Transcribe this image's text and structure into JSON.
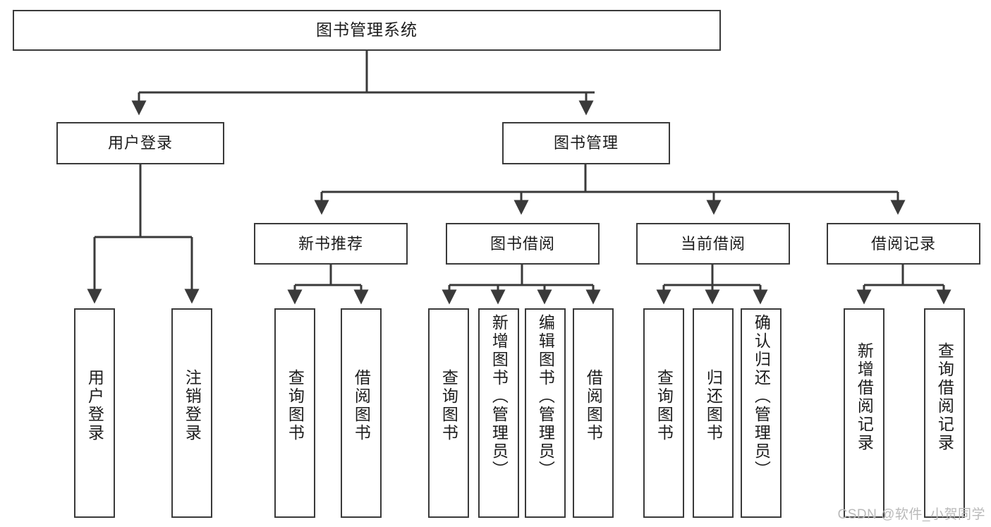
{
  "diagram": {
    "title": "图书管理系统",
    "watermark": "CSDN @软件_小贺同学",
    "colors": {
      "stroke": "#3a3a3a",
      "fill": "#ffffff",
      "text": "#1c1c1c",
      "watermark": "#b9b9b9"
    },
    "root": {
      "label": "图书管理系统"
    },
    "level1": [
      {
        "label": "用户登录"
      },
      {
        "label": "图书管理"
      }
    ],
    "level2": [
      {
        "label": "新书推荐"
      },
      {
        "label": "图书借阅"
      },
      {
        "label": "当前借阅"
      },
      {
        "label": "借阅记录"
      }
    ],
    "leaves": {
      "user_login": [
        {
          "label": "用户登录"
        },
        {
          "label": "注销登录"
        }
      ],
      "new_book": [
        {
          "label": "查询图书"
        },
        {
          "label": "借阅图书"
        }
      ],
      "book_borrow": [
        {
          "label": "查询图书"
        },
        {
          "label": "新增图书（管理员）"
        },
        {
          "label": "编辑图书（管理员）"
        },
        {
          "label": "借阅图书"
        }
      ],
      "current_borrow": [
        {
          "label": "查询图书"
        },
        {
          "label": "归还图书"
        },
        {
          "label": "确认归还（管理员）"
        }
      ],
      "borrow_record": [
        {
          "label": "新增借阅记录"
        },
        {
          "label": "查询借阅记录"
        }
      ]
    }
  }
}
